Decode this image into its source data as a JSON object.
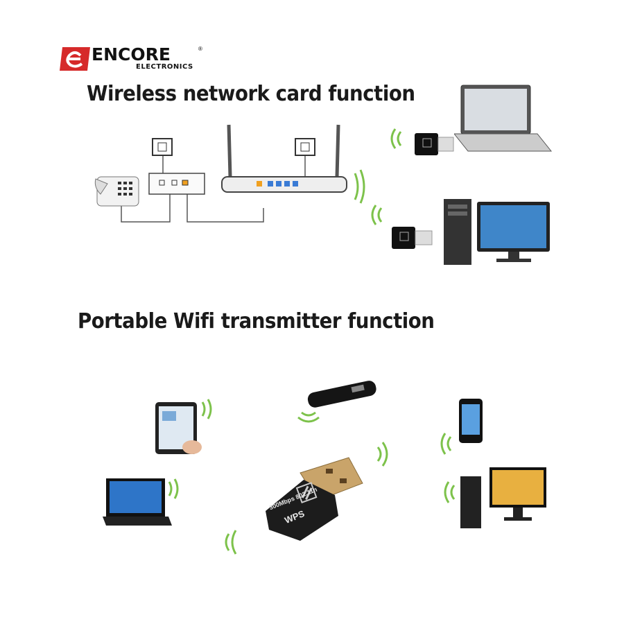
{
  "brand": {
    "name": "ENCORE",
    "sub": "ELECTRONICS",
    "reg": "®",
    "accent": "#d62a2a"
  },
  "sections": {
    "top_title": "Wireless network card function",
    "bottom_title": "Portable Wifi transmitter function"
  },
  "adapter": {
    "speed_label": "300Mbps 802.11n",
    "wps_label": "WPS"
  },
  "colors": {
    "wave": "#7dc24b",
    "screen": "#3f86c9",
    "device": "#222222"
  }
}
